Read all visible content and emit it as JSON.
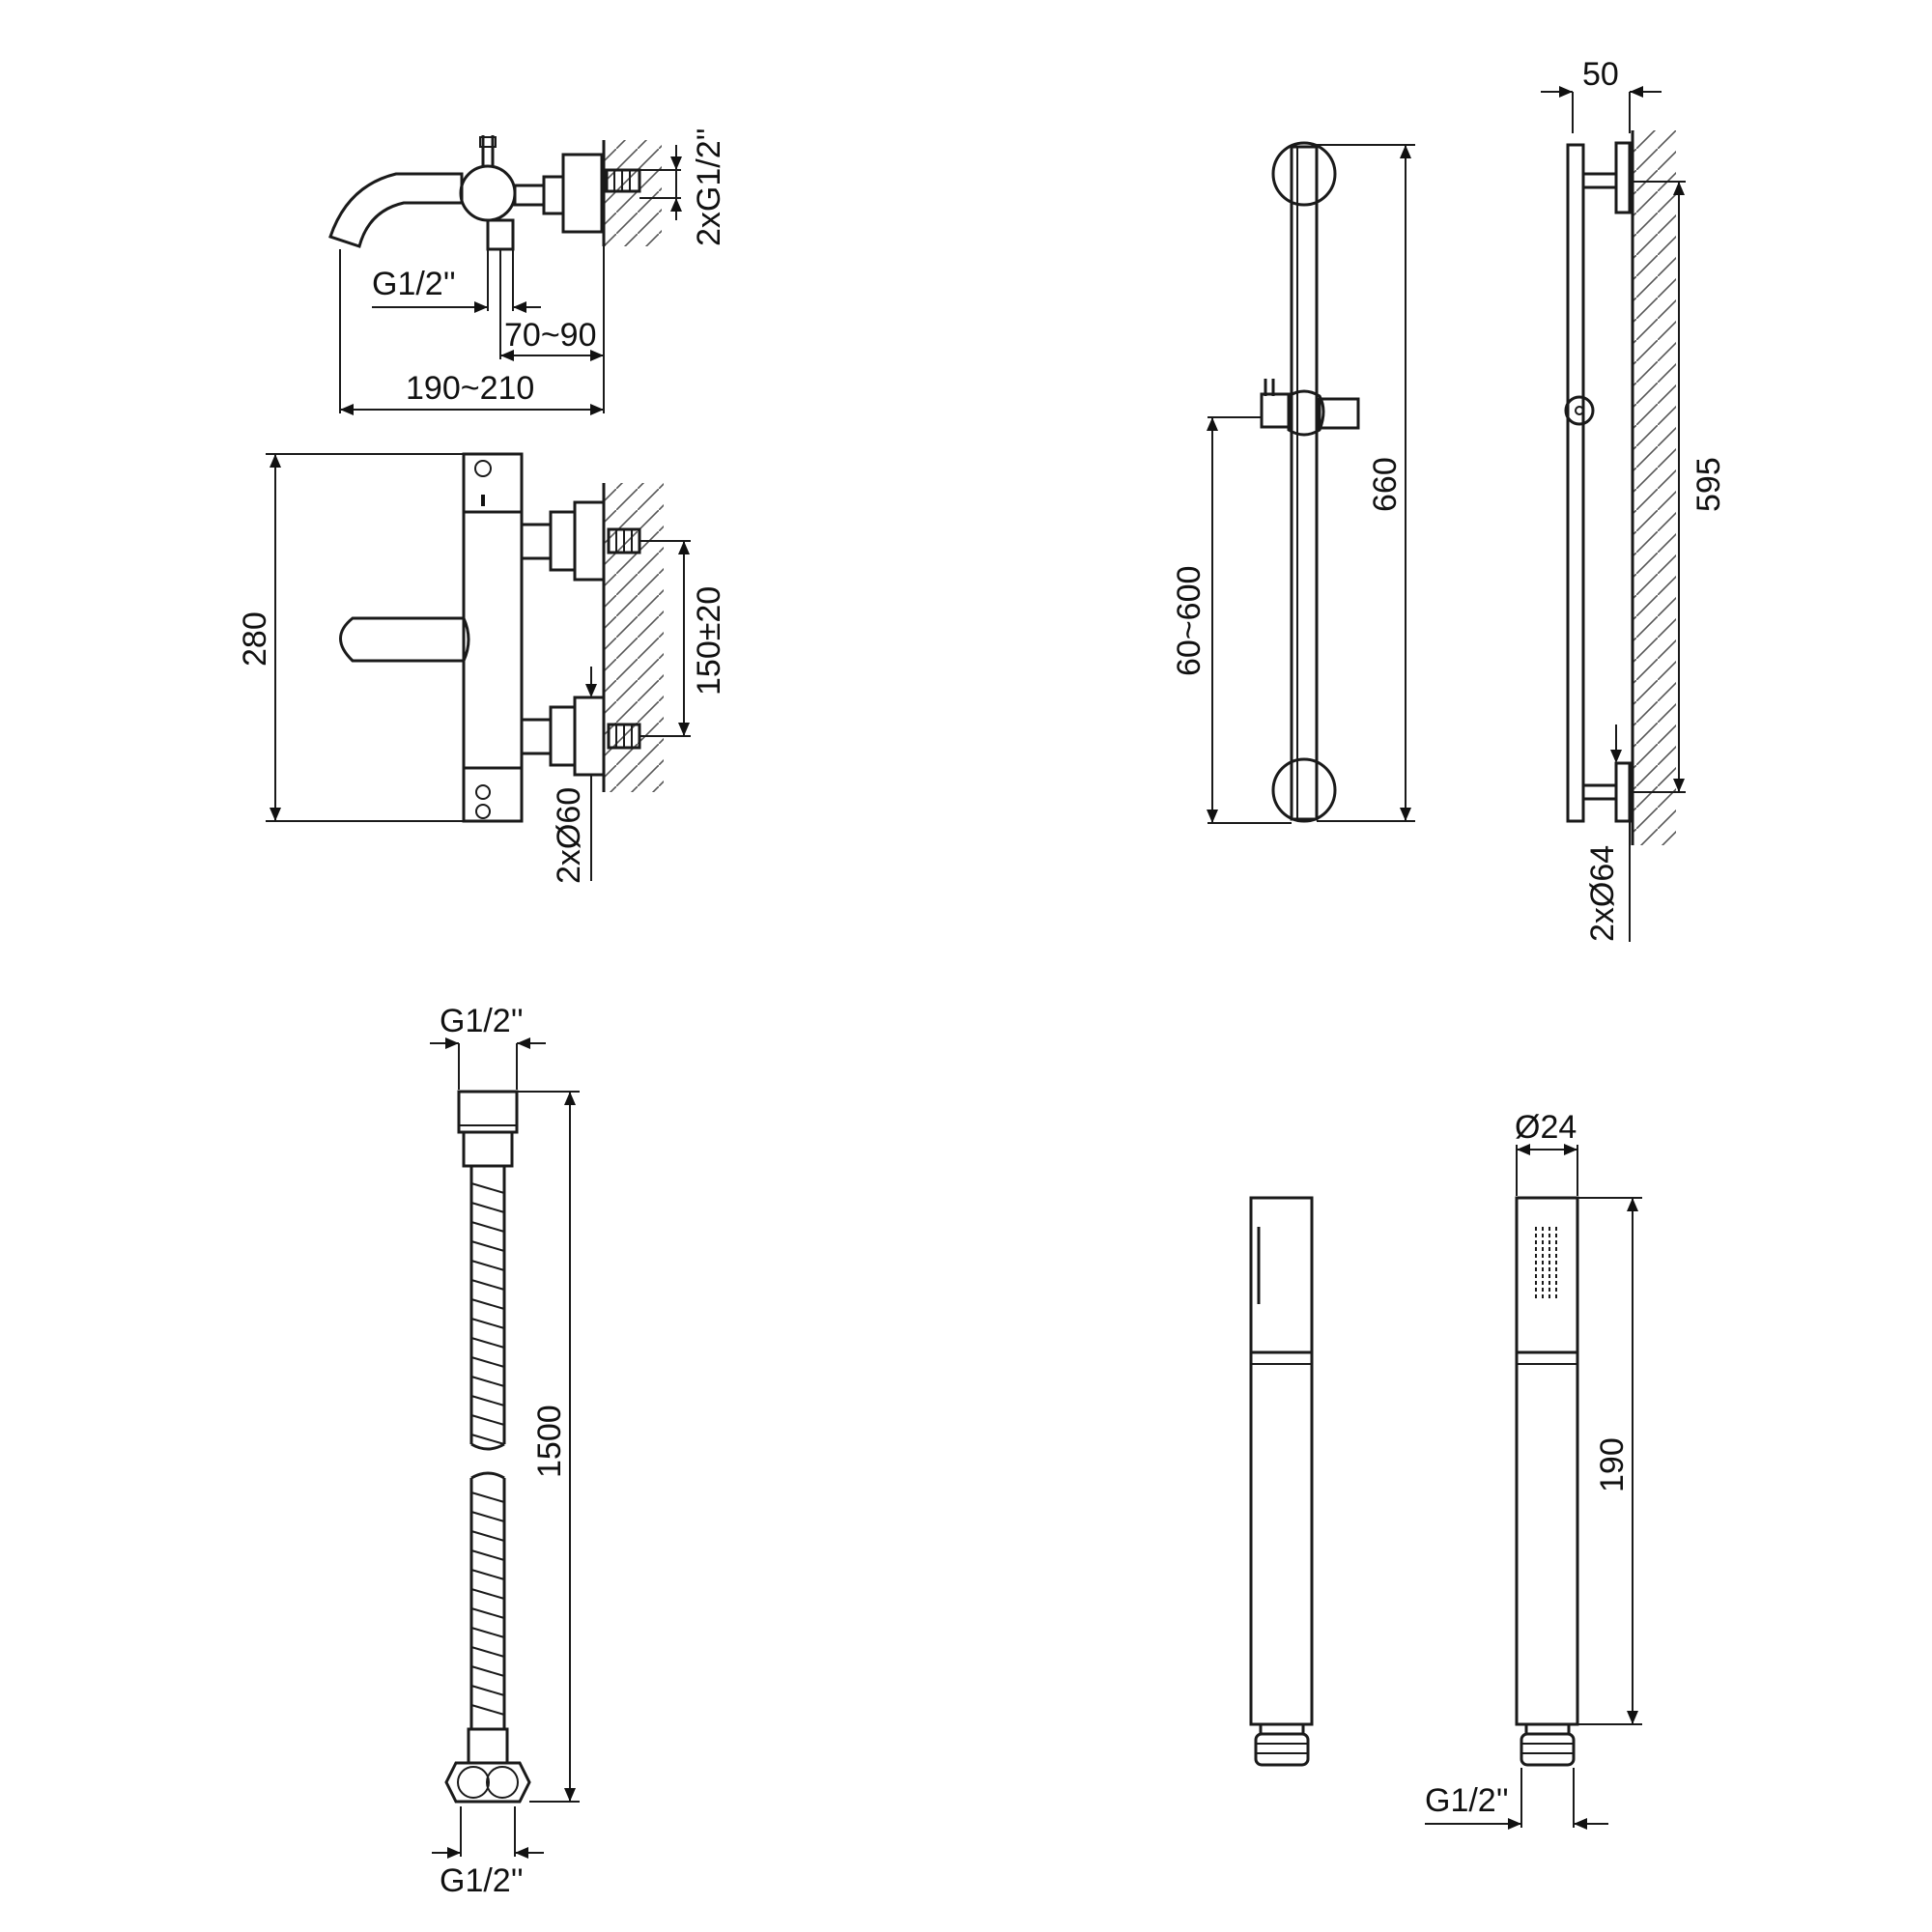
{
  "labels": {
    "spout_inlet_thread": "G1/2''",
    "spout_wall_thread": "2xG1/2''",
    "spout_projection_min": "70~90",
    "spout_projection_total": "190~210",
    "mixer_height": "280",
    "mixer_centres": "150±20",
    "mixer_flange": "2xØ60",
    "rail_width": "50",
    "rail_length": "660",
    "rail_slider_range": "60~600",
    "rail_fixing_centres": "595",
    "rail_flange": "2xØ64",
    "hose_top_thread": "G1/2''",
    "hose_length": "1500",
    "hose_bottom_thread": "G1/2''",
    "handshower_diameter": "Ø24",
    "handshower_length": "190",
    "handshower_thread": "G1/2''"
  }
}
